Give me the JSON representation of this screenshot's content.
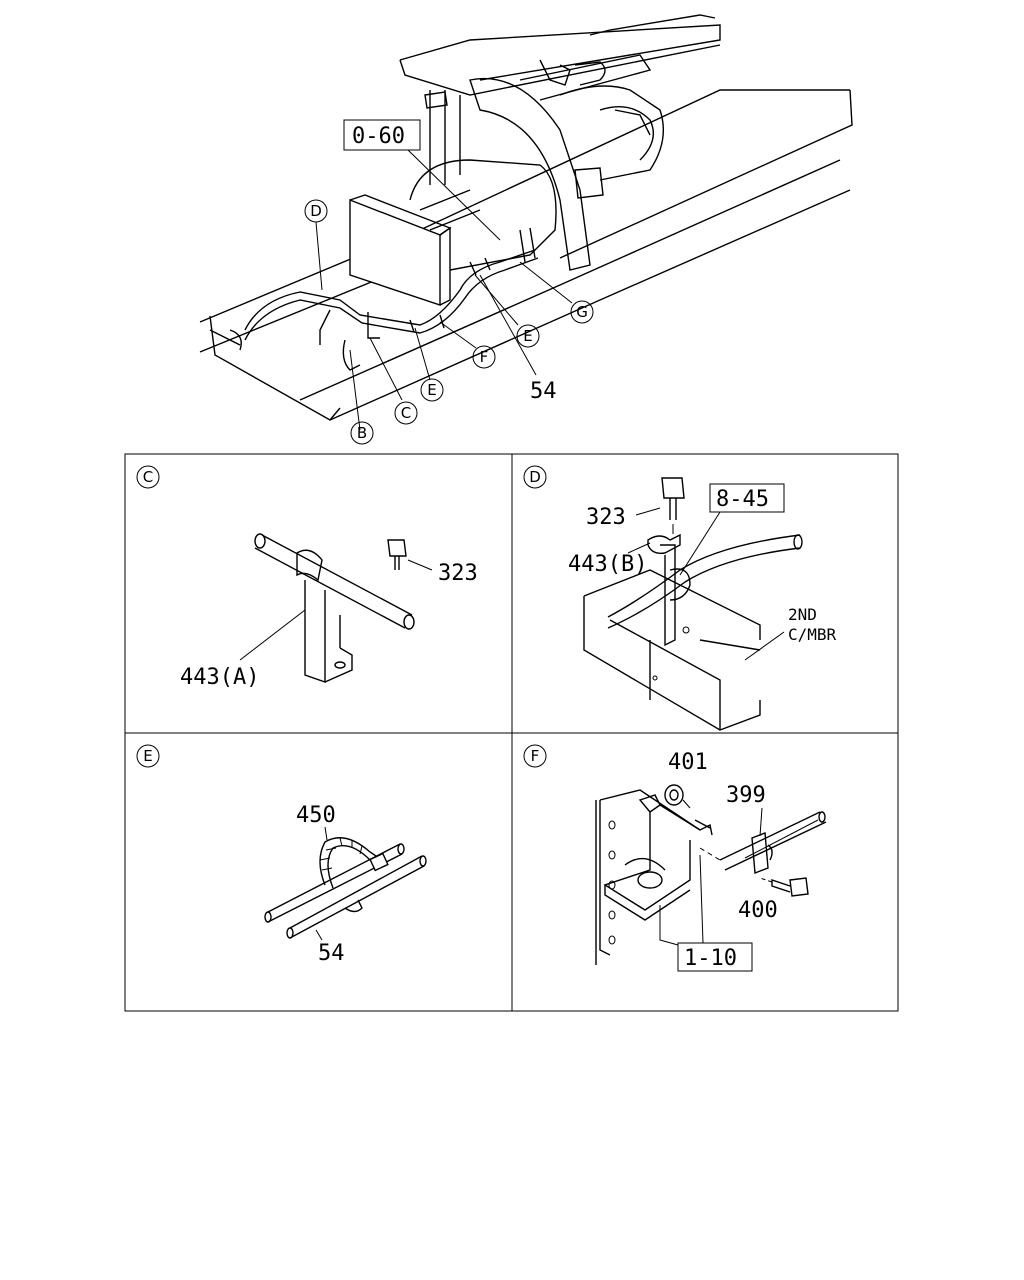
{
  "overview": {
    "ref_box": "0-60",
    "callouts": [
      "D",
      "B",
      "C",
      "E",
      "F",
      "E",
      "G"
    ],
    "part_54": "54"
  },
  "panels": [
    {
      "key": "C",
      "labels": {
        "bolt": "323",
        "clip": "443(A)"
      }
    },
    {
      "key": "D",
      "labels": {
        "bolt": "323",
        "clip": "443(B)",
        "ref_box": "8-45",
        "member_1": "2ND",
        "member_2": "C/MBR"
      }
    },
    {
      "key": "E",
      "labels": {
        "band": "450",
        "harness": "54"
      }
    },
    {
      "key": "F",
      "labels": {
        "nut": "401",
        "clip": "399",
        "bolt": "400",
        "ref_box": "1-10"
      }
    }
  ]
}
